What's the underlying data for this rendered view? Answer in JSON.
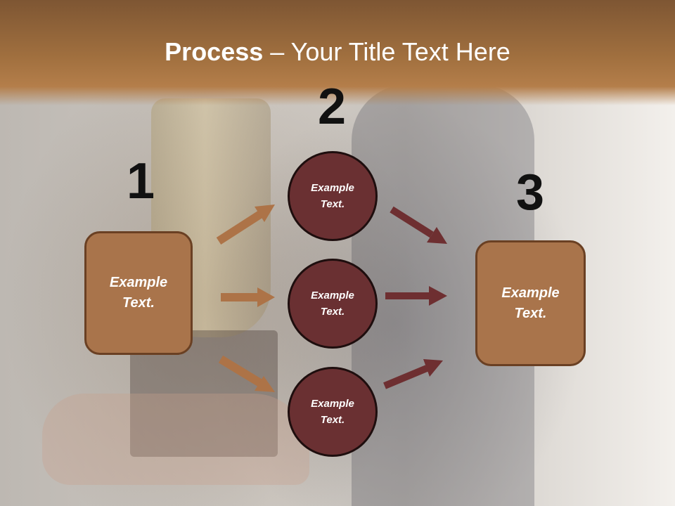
{
  "slide": {
    "title_bold": "Process",
    "title_rest": " – Your Title Text Here"
  },
  "steps": {
    "one": "1",
    "two": "2",
    "three": "3"
  },
  "nodes": {
    "left_box": "Example Text.",
    "circle_top": "Example Text.",
    "circle_middle": "Example Text.",
    "circle_bottom": "Example Text.",
    "right_box": "Example Text."
  },
  "colors": {
    "header_brown": "#a1703f",
    "box_fill": "#a9744b",
    "circle_fill": "#6a3032",
    "arrow_light": "#ad7347",
    "arrow_dark": "#6e2f31"
  }
}
